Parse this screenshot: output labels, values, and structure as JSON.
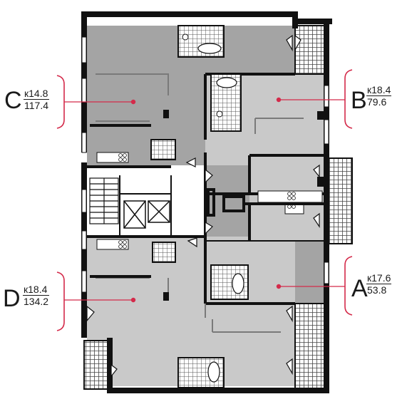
{
  "colors": {
    "wall": "#111111",
    "dark_fill": "#a4a4a4",
    "light_fill": "#c9c9c9",
    "core_fill": "#ffffff",
    "bracket": "#d42a4a",
    "balcony_hatch": "#444444"
  },
  "units": [
    {
      "id": "C",
      "letter": "C",
      "k_area": "к14.8",
      "total_area": "117.4"
    },
    {
      "id": "B",
      "letter": "B",
      "k_area": "к18.4",
      "total_area": "79.6"
    },
    {
      "id": "A",
      "letter": "A",
      "k_area": "к17.6",
      "total_area": "53.8"
    },
    {
      "id": "D",
      "letter": "D",
      "k_area": "к18.4",
      "total_area": "134.2"
    }
  ]
}
